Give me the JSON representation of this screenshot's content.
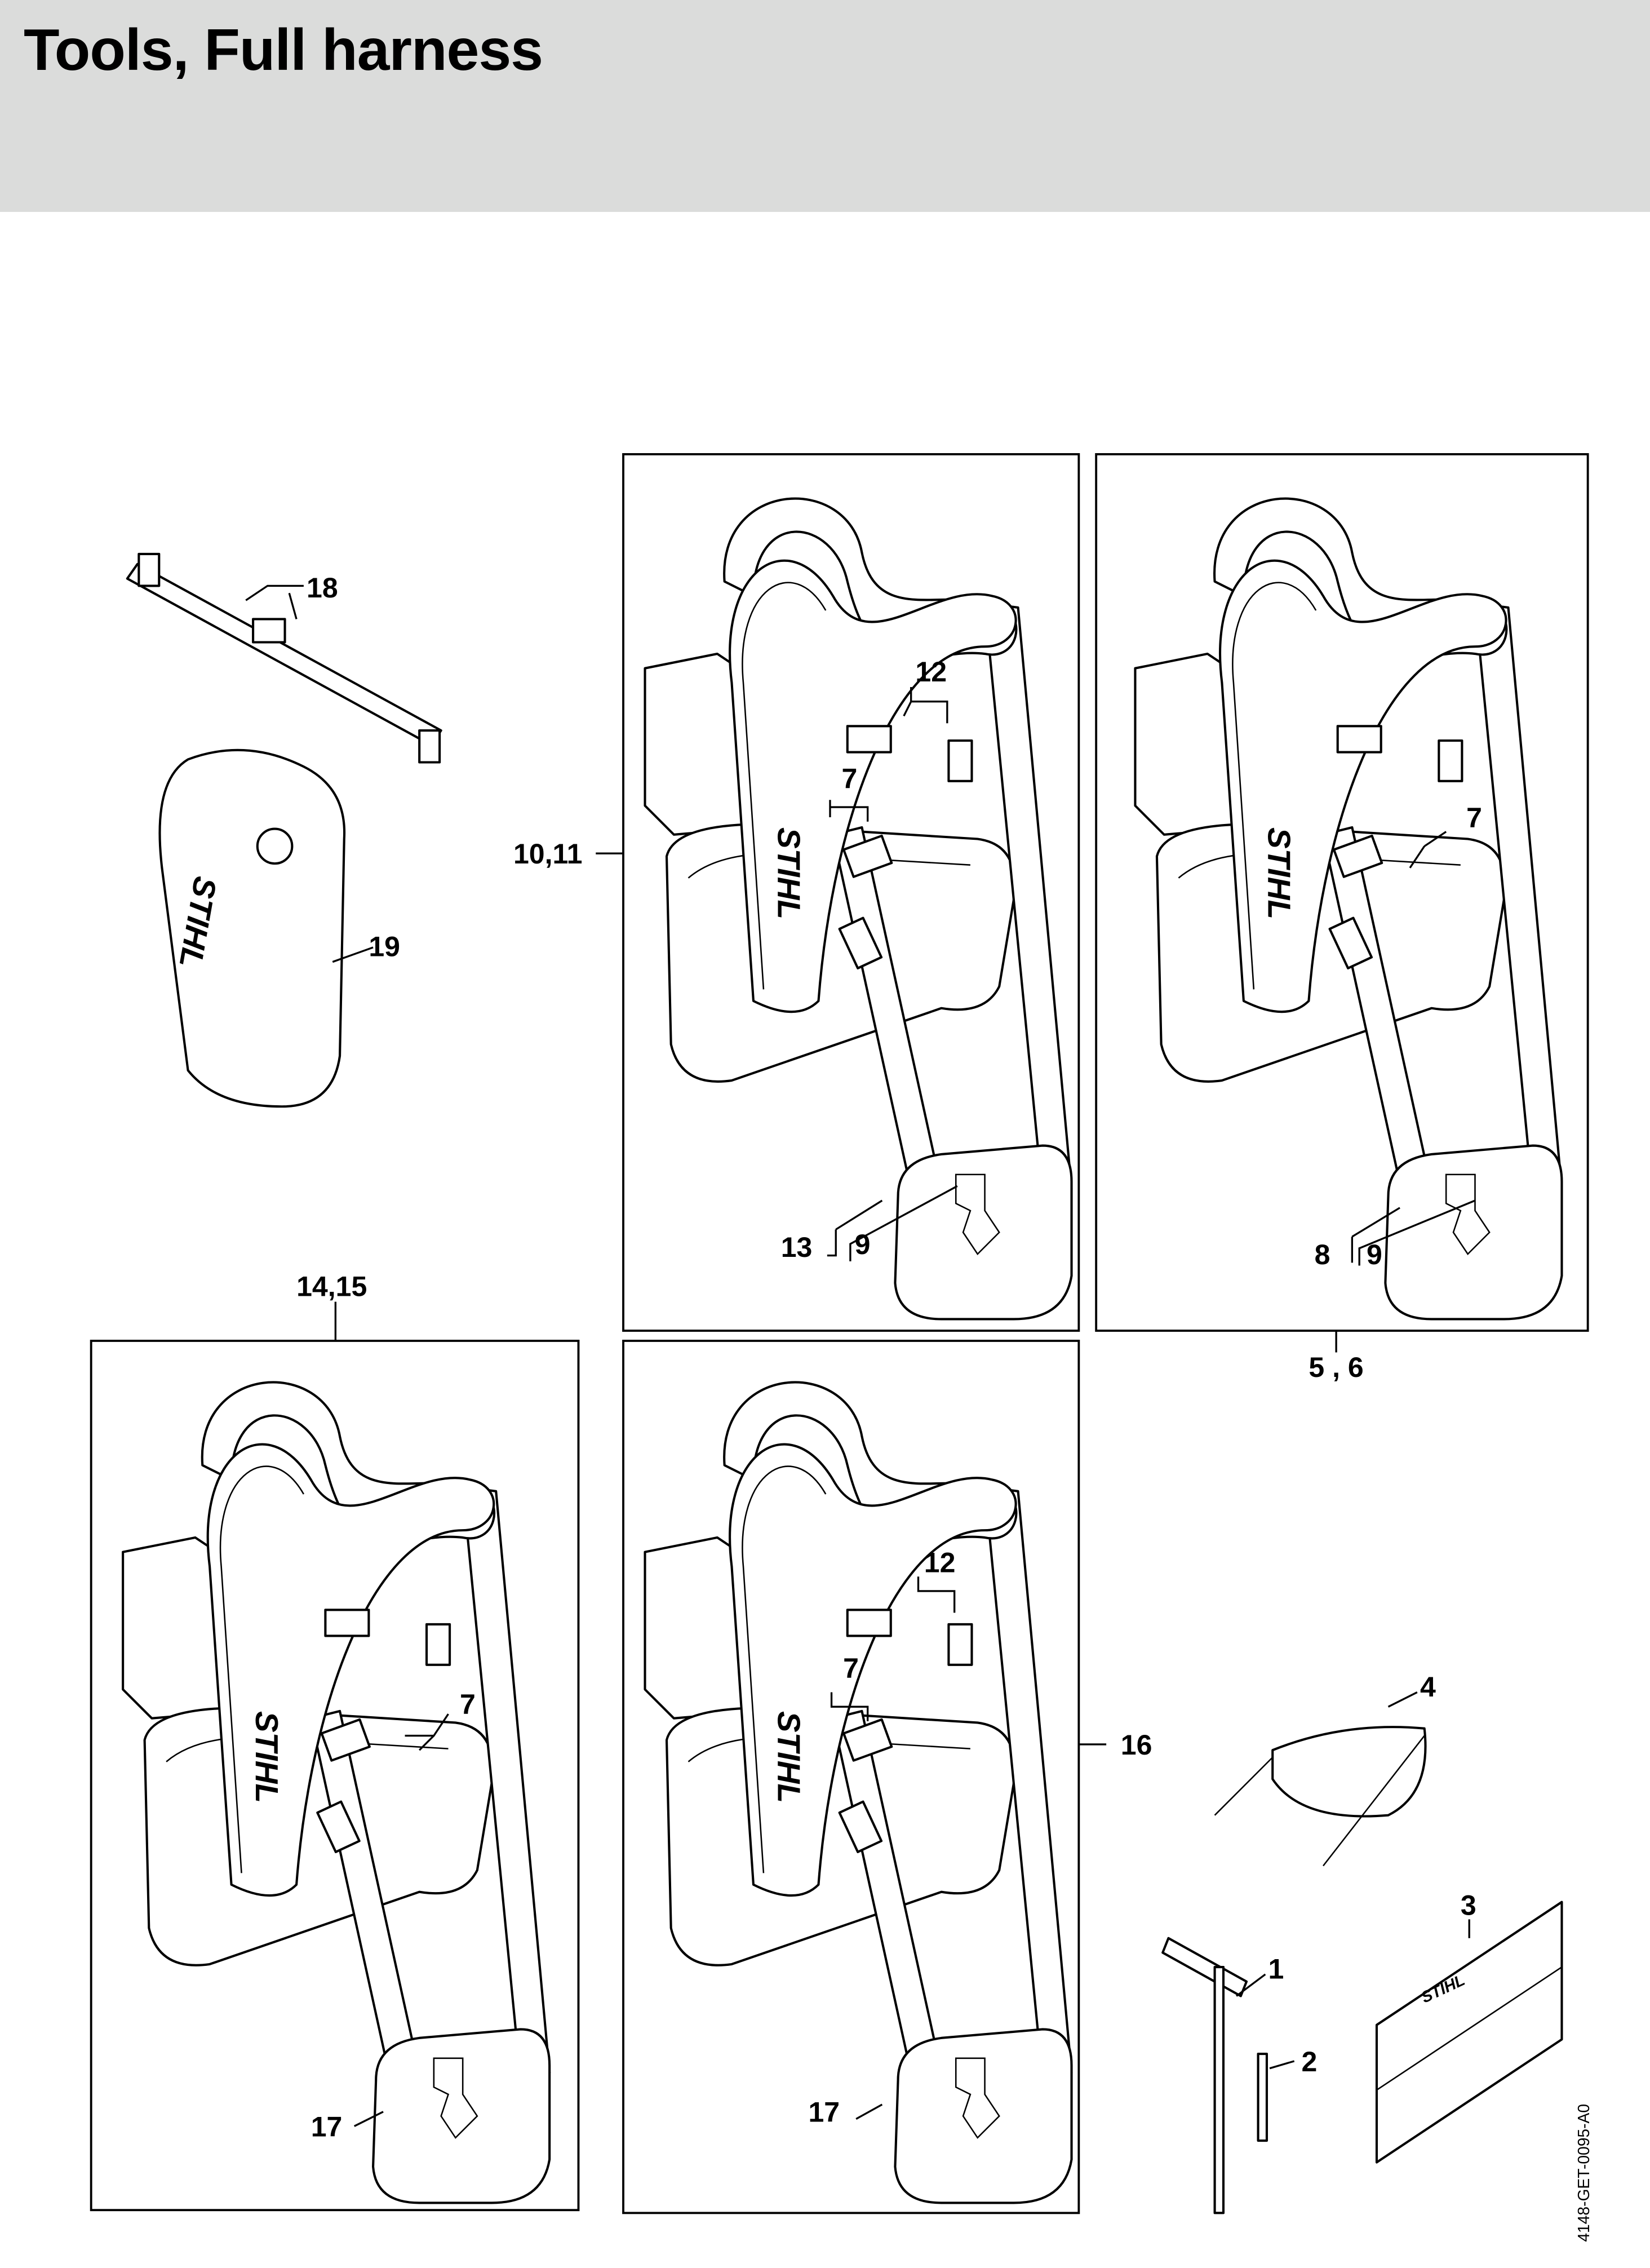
{
  "header": {
    "title": "Tools, Full harness",
    "background": "#dbdcdb"
  },
  "diagram": {
    "logo_text": "STIHL",
    "drawing_code": "4148-GET-0095-A0",
    "callouts": {
      "c18": "18",
      "c19": "19",
      "c10_11": "10,11",
      "c12a": "12",
      "c7a": "7",
      "c13": "13",
      "c9a": "9",
      "c7b": "7",
      "c8": "8",
      "c9b": "9",
      "c5_6": "5 , 6",
      "c14_15": "14,15",
      "c7c": "7",
      "c17a": "17",
      "c12b": "12",
      "c7d": "7",
      "c17b": "17",
      "c16": "16",
      "c4": "4",
      "c3": "3",
      "c1": "1",
      "c2": "2"
    }
  }
}
